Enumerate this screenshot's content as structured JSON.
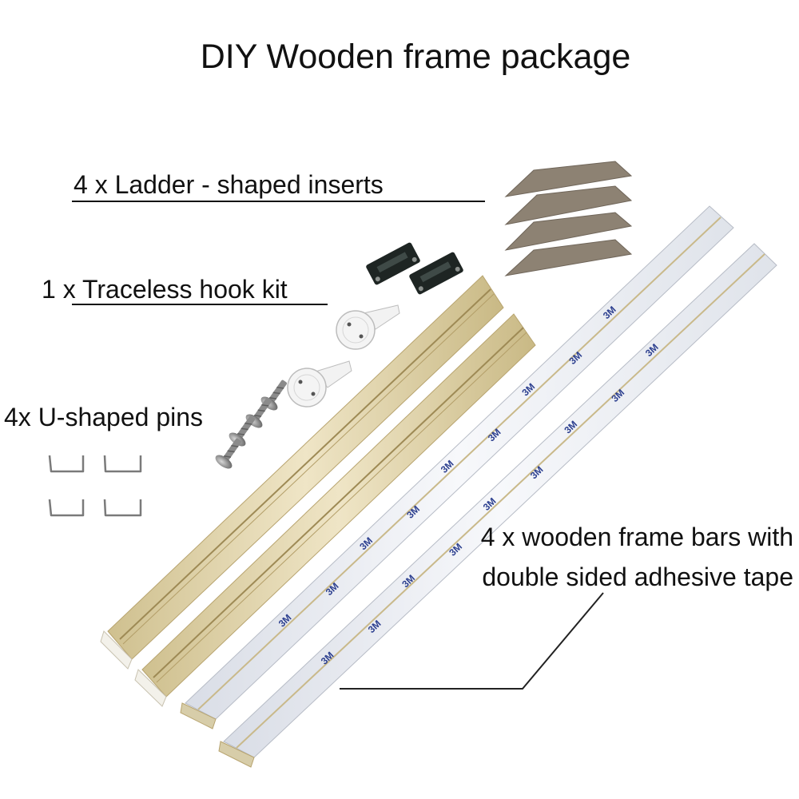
{
  "title": "DIY Wooden frame package",
  "labels": {
    "ladder_inserts": "4 x Ladder - shaped inserts",
    "hook_kit": "1 x Traceless hook kit",
    "u_pins": "4x U-shaped pins",
    "frame_bars_line1": "4 x wooden frame bars with",
    "frame_bars_line2": "double sided adhesive tape"
  },
  "tape_print": "3M",
  "colors": {
    "wood": "#e3d6ad",
    "tape": "#f2f4f8",
    "tape_print": "#2c3f8f",
    "insert": "#8d8273",
    "hook_plate": "#1e2523",
    "hanger": "#f1f1f1"
  },
  "counts": {
    "ladder_inserts": 4,
    "hook_plates": 2,
    "hangers": 2,
    "screws": 4,
    "u_pins": 4,
    "wood_bars_shown": 2,
    "taped_bars_shown": 2
  }
}
